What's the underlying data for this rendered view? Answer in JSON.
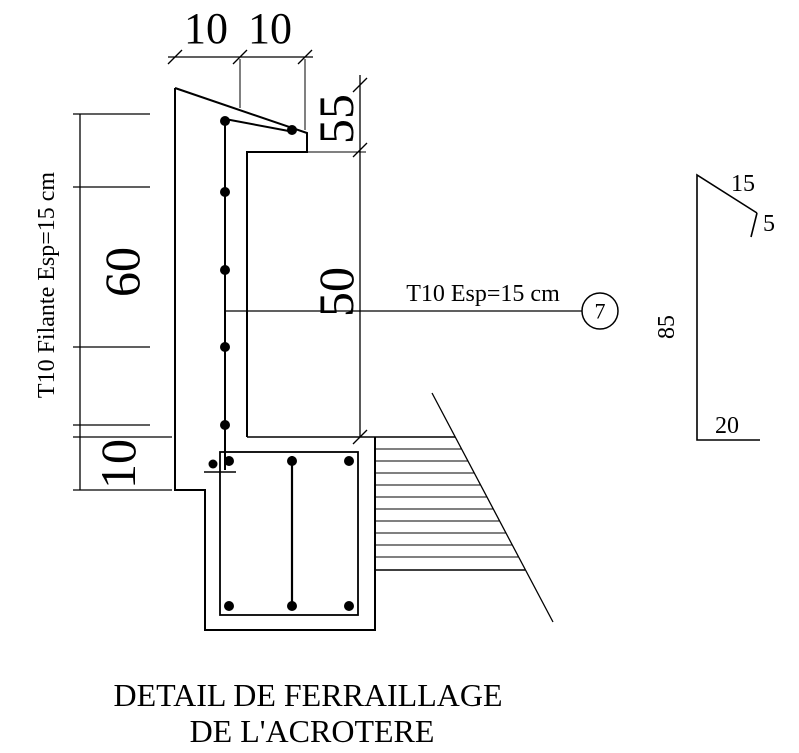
{
  "drawing": {
    "title_line1": "DETAIL DE FERRAILLAGE",
    "title_line2": "DE L'ACROTERE"
  },
  "dimensions": {
    "top_dim_left": "10",
    "top_dim_right": "10",
    "filante_label": "T10 Filante Esp=15 cm",
    "wall_height": "60",
    "base_height": "10",
    "cap_height": "55",
    "lower_height": "50"
  },
  "callout": {
    "label": "T10 Esp=15 cm",
    "number": "7"
  },
  "bar_detail": {
    "top_length": "15",
    "hook_length": "5",
    "height": "85",
    "bottom_length": "20"
  },
  "colors": {
    "line": "#000000",
    "background": "#ffffff"
  }
}
